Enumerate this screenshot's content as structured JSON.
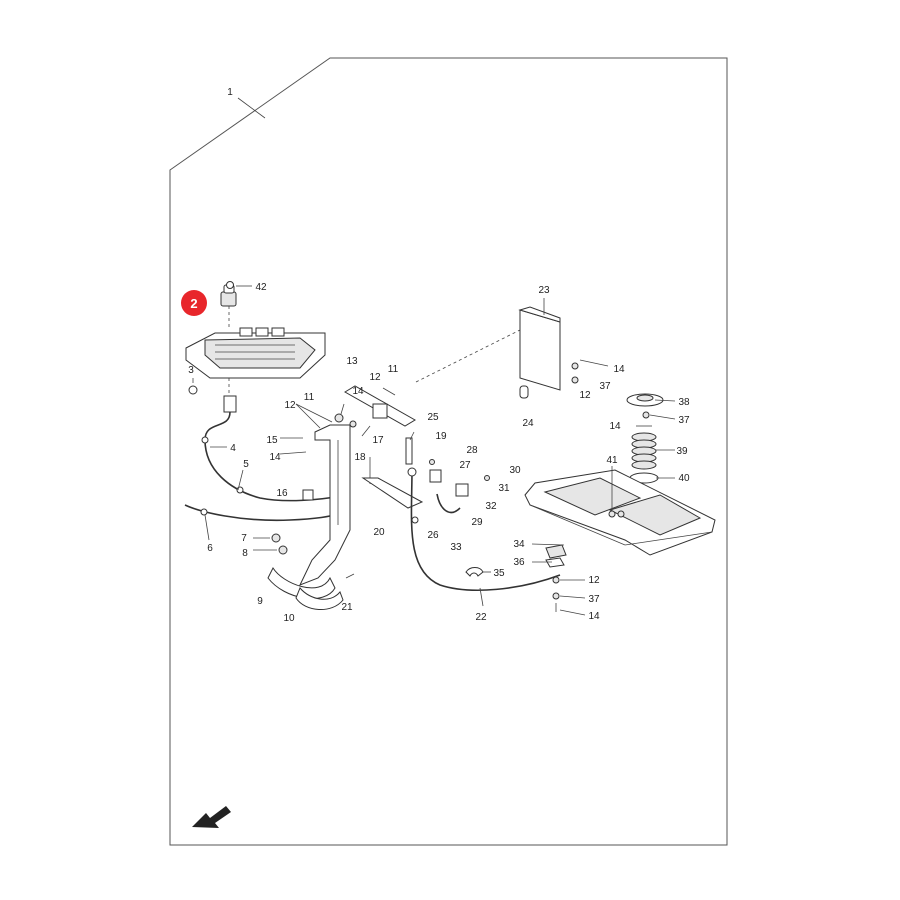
{
  "highlight": {
    "label": "2",
    "color": "#e8262b"
  },
  "arrow_icon": "direction-arrow-icon",
  "callouts": [
    {
      "id": "1",
      "label": "1"
    },
    {
      "id": "42",
      "label": "42"
    },
    {
      "id": "3",
      "label": "3"
    },
    {
      "id": "4",
      "label": "4"
    },
    {
      "id": "5",
      "label": "5"
    },
    {
      "id": "6",
      "label": "6"
    },
    {
      "id": "7",
      "label": "7"
    },
    {
      "id": "8",
      "label": "8"
    },
    {
      "id": "9",
      "label": "9"
    },
    {
      "id": "10",
      "label": "10"
    },
    {
      "id": "11a",
      "label": "11"
    },
    {
      "id": "11b",
      "label": "11"
    },
    {
      "id": "12a",
      "label": "12"
    },
    {
      "id": "12b",
      "label": "12"
    },
    {
      "id": "12c",
      "label": "12"
    },
    {
      "id": "12d",
      "label": "12"
    },
    {
      "id": "13",
      "label": "13"
    },
    {
      "id": "14a",
      "label": "14"
    },
    {
      "id": "14b",
      "label": "14"
    },
    {
      "id": "14c",
      "label": "14"
    },
    {
      "id": "14d",
      "label": "14"
    },
    {
      "id": "14e",
      "label": "14"
    },
    {
      "id": "15",
      "label": "15"
    },
    {
      "id": "16",
      "label": "16"
    },
    {
      "id": "17",
      "label": "17"
    },
    {
      "id": "18",
      "label": "18"
    },
    {
      "id": "19",
      "label": "19"
    },
    {
      "id": "20",
      "label": "20"
    },
    {
      "id": "21",
      "label": "21"
    },
    {
      "id": "22",
      "label": "22"
    },
    {
      "id": "23",
      "label": "23"
    },
    {
      "id": "24",
      "label": "24"
    },
    {
      "id": "25",
      "label": "25"
    },
    {
      "id": "26",
      "label": "26"
    },
    {
      "id": "27",
      "label": "27"
    },
    {
      "id": "28",
      "label": "28"
    },
    {
      "id": "29",
      "label": "29"
    },
    {
      "id": "30",
      "label": "30"
    },
    {
      "id": "31",
      "label": "31"
    },
    {
      "id": "32",
      "label": "32"
    },
    {
      "id": "33",
      "label": "33"
    },
    {
      "id": "34",
      "label": "34"
    },
    {
      "id": "35",
      "label": "35"
    },
    {
      "id": "36",
      "label": "36"
    },
    {
      "id": "37a",
      "label": "37"
    },
    {
      "id": "37b",
      "label": "37"
    },
    {
      "id": "37c",
      "label": "37"
    },
    {
      "id": "38",
      "label": "38"
    },
    {
      "id": "39",
      "label": "39"
    },
    {
      "id": "40",
      "label": "40"
    },
    {
      "id": "41",
      "label": "41"
    }
  ]
}
